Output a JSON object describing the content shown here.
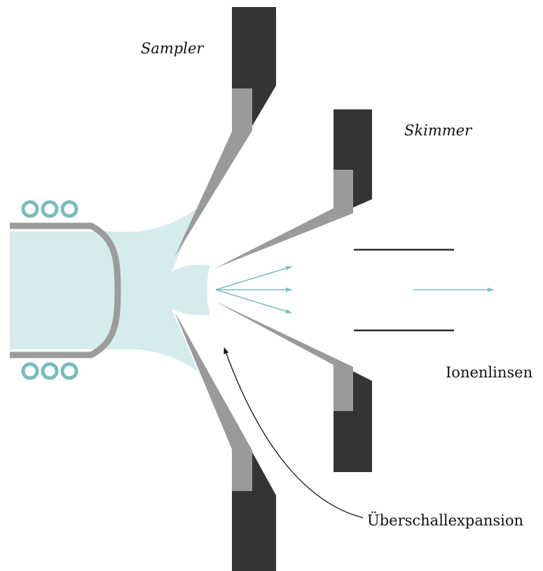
{
  "labels": {
    "sampler": "Sampler",
    "skimmer": "Skimmer",
    "ion_lenses": "Ionenlinsen",
    "supersonic_expansion": "Überschallexpansion"
  },
  "colors": {
    "plasma": "#d6ecec",
    "cone_outer": "#343434",
    "cone_inner": "#9a9a9a",
    "torch_tube": "#9c9c9c",
    "coil": "#79bcbc",
    "ion_arrow": "#79bcbc",
    "lens": "#2a2a2a",
    "annotation": "#111111"
  }
}
